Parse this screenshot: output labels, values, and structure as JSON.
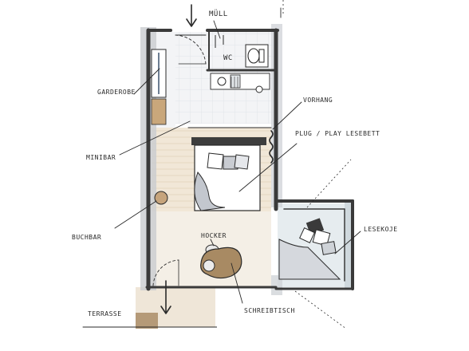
{
  "plan": {
    "labels": {
      "muell": "MÜLL",
      "wc": "WC",
      "garderobe": "GARDEROBE",
      "vorhang": "VORHANG",
      "plug_play": "PLUG / PLAY LESEBETT",
      "minibar": "MINIBAR",
      "buchbar": "BUCHBAR",
      "hocker": "HOCKER",
      "lesekoje": "LESEKOJE",
      "terrasse": "TERRASSE",
      "schreibtisch": "SCHREIBTISCH"
    },
    "colors": {
      "wall": "#3a3a3a",
      "wall_shadow": "#c9ccd0",
      "floor_wood": "#efe4d2",
      "floor_wood_dark": "#b89a7a",
      "tile": "#eef0f2",
      "glass": "#cfe3ea",
      "bed_fabric": "#d9dbe0",
      "desk_stone": "#a88a63",
      "ink": "#2a2a2a"
    },
    "icons": [
      "entry-arrow-icon",
      "terrace-arrow-icon",
      "wc-toilet-icon",
      "sink-icon"
    ]
  }
}
